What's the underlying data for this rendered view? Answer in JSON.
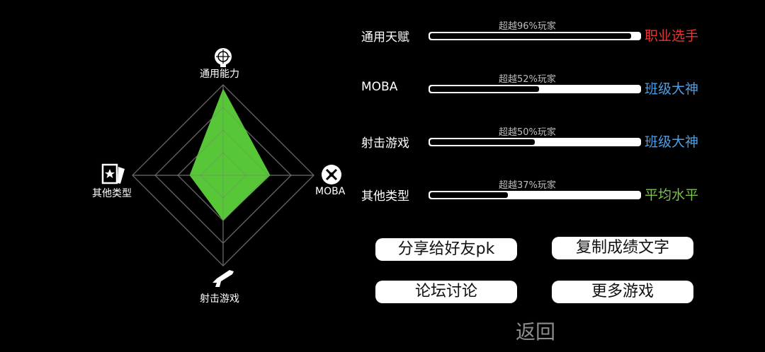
{
  "radar": {
    "axes": [
      {
        "label": "通用能力",
        "icon": "head-icon",
        "value": 0.96
      },
      {
        "label": "MOBA",
        "icon": "sword-icon",
        "value": 0.52
      },
      {
        "label": "射击游戏",
        "icon": "gun-icon",
        "value": 0.5
      },
      {
        "label": "其他类型",
        "icon": "card-icon",
        "value": 0.37
      }
    ],
    "fill_color": "#5cd23b",
    "grid_color": "#6a6a6a",
    "rings": 4
  },
  "stats": [
    {
      "name": "通用天赋",
      "percentile_text": "超越96%玩家",
      "percentile": 0.96,
      "rank": "职业选手",
      "rank_color": "#e53935"
    },
    {
      "name": "MOBA",
      "percentile_text": "超越52%玩家",
      "percentile": 0.52,
      "rank": "班级大神",
      "rank_color": "#4a9fe8"
    },
    {
      "name": "射击游戏",
      "percentile_text": "超越50%玩家",
      "percentile": 0.5,
      "rank": "班级大神",
      "rank_color": "#4a9fe8"
    },
    {
      "name": "其他类型",
      "percentile_text": "超越37%玩家",
      "percentile": 0.37,
      "rank": "平均水平",
      "rank_color": "#7cc24b"
    }
  ],
  "buttons": {
    "share": "分享给好友pk",
    "copy": "复制成绩文字",
    "forum": "论坛讨论",
    "more": "更多游戏",
    "back": "返回"
  }
}
